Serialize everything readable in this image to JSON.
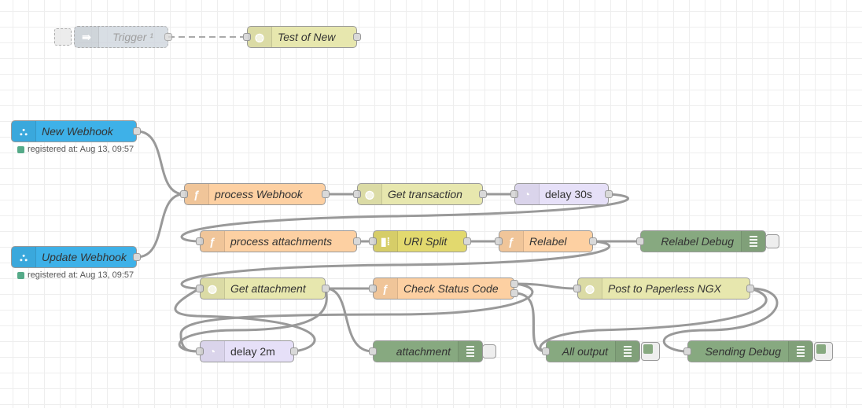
{
  "nodes": {
    "trigger": {
      "label": "Trigger ¹",
      "color": "#a6bbcf"
    },
    "test_of_new": {
      "label": "Test of New",
      "color": "#e7e7ae"
    },
    "new_webhook": {
      "label": "New Webhook",
      "color": "#3fadb5",
      "status": "registered at: Aug 13, 09:57"
    },
    "update_webhook": {
      "label": "Update Webhook",
      "color": "#3fadb5",
      "status": "registered at: Aug 13, 09:57"
    },
    "process_webhook": {
      "label": "process Webhook",
      "color": "#fdd0a2"
    },
    "get_transaction": {
      "label": "Get transaction",
      "color": "#e7e7ae"
    },
    "delay_30s": {
      "label": "delay 30s",
      "color": "#e6e0f8"
    },
    "process_attachments": {
      "label": "process attachments",
      "color": "#fdd0a2"
    },
    "uri_split": {
      "label": "URI Split",
      "color": "#e2d96e"
    },
    "relabel": {
      "label": "Relabel",
      "color": "#fdd0a2"
    },
    "relabel_debug": {
      "label": "Relabel Debug",
      "color": "#87a980"
    },
    "get_attachment": {
      "label": "Get attachment",
      "color": "#e7e7ae"
    },
    "check_status_code": {
      "label": "Check Status Code",
      "color": "#fdd0a2"
    },
    "post_paperless": {
      "label": "Post to Paperless NGX",
      "color": "#e7e7ae"
    },
    "delay_2m": {
      "label": "delay 2m",
      "color": "#e6e0f8"
    },
    "attachment": {
      "label": "attachment",
      "color": "#87a980"
    },
    "all_output": {
      "label": "All output",
      "color": "#87a980"
    },
    "sending_debug": {
      "label": "Sending Debug",
      "color": "#87a980"
    }
  },
  "icons": {
    "webhook": "webhook-icon",
    "function": "function-icon",
    "http": "globe-icon",
    "delay": "timer-icon",
    "split": "split-icon",
    "debug": "debug-list-icon",
    "link": "link-out-icon"
  }
}
